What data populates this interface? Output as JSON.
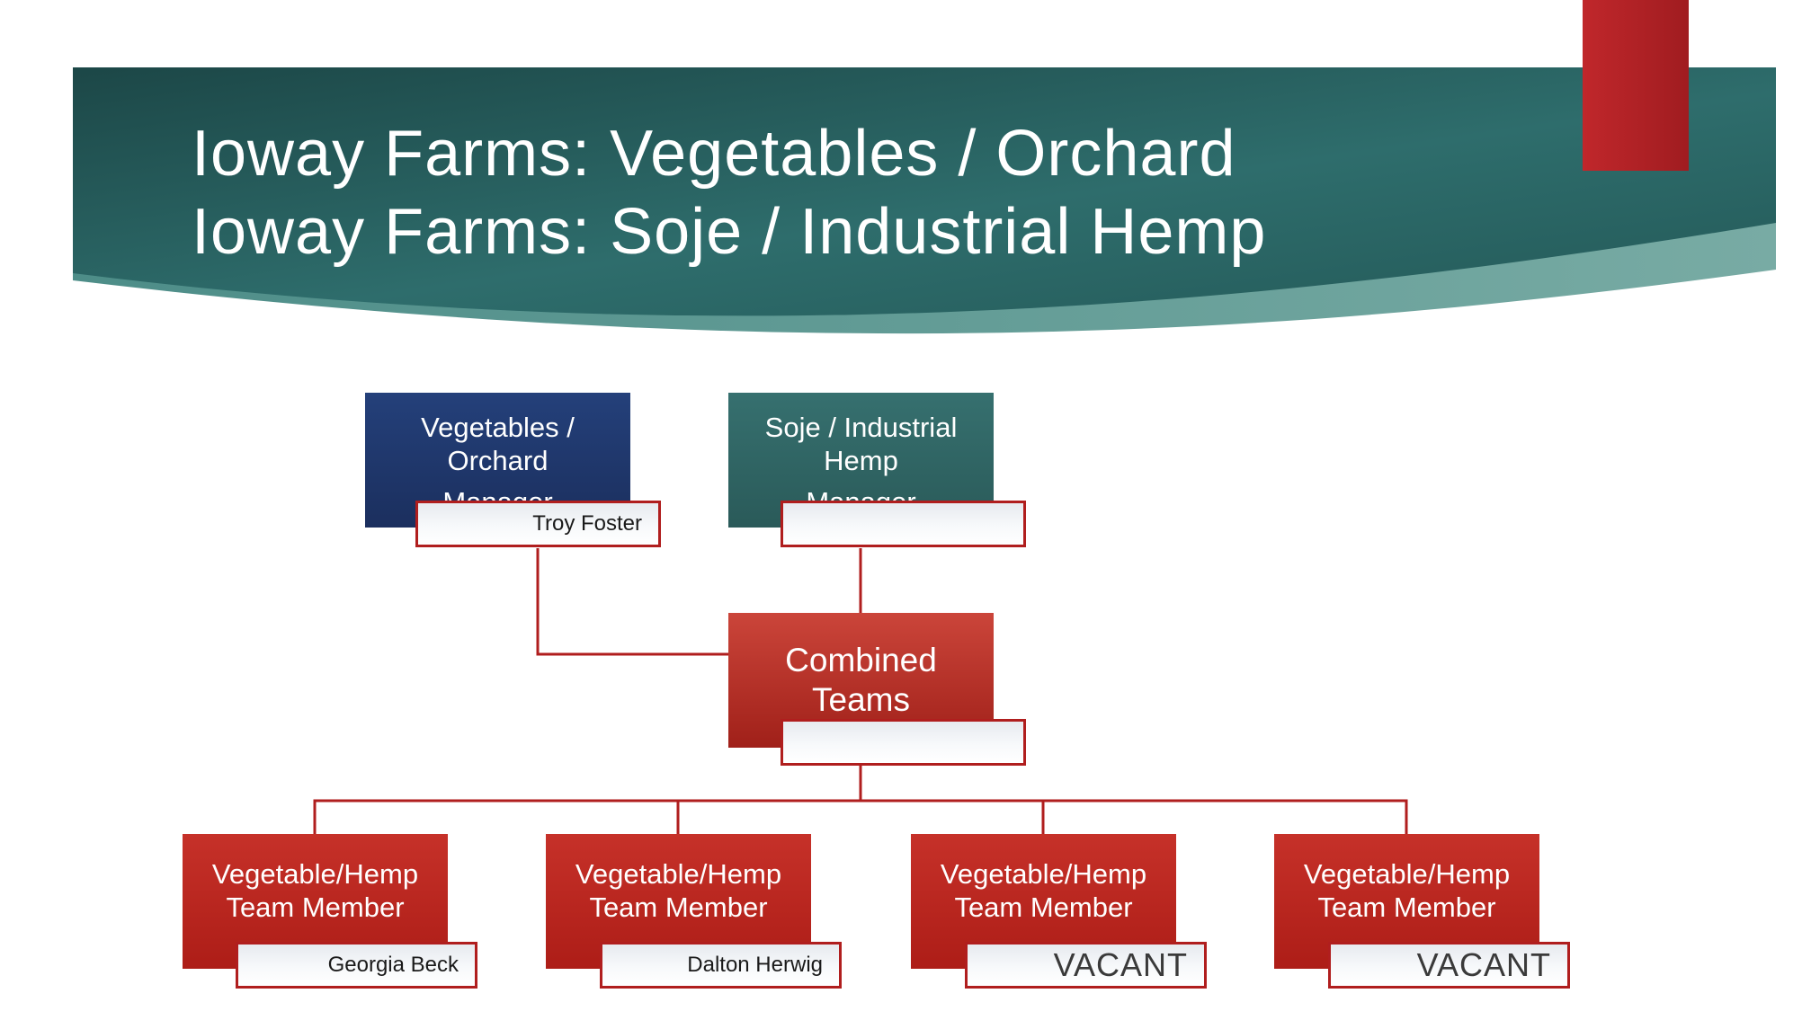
{
  "slide": {
    "title_line1": "Ioway Farms: Vegetables / Orchard",
    "title_line2": "Ioway Farms: Soje / Industrial Hemp"
  },
  "colors": {
    "banner_teal_dark": "#1e4f4f",
    "banner_teal_light": "#5e9a95",
    "accent_red": "#b52025",
    "connector_red": "#b01e1e",
    "manager_navy": "#203a70",
    "manager_teal": "#2f6868",
    "combined_red": "#b5352c",
    "team_red": "#bf2720"
  },
  "org_chart": {
    "managers": [
      {
        "title": "Vegetables / Orchard",
        "subtitle": "Manager",
        "name": "Troy Foster"
      },
      {
        "title": "Soje / Industrial Hemp",
        "subtitle": "Manager",
        "name": ""
      }
    ],
    "combined": {
      "label": "Combined Teams",
      "name": ""
    },
    "team_members": [
      {
        "title": "Vegetable/Hemp Team Member",
        "name": "Georgia Beck"
      },
      {
        "title": "Vegetable/Hemp Team Member",
        "name": "Dalton Herwig"
      },
      {
        "title": "Vegetable/Hemp Team Member",
        "name": "VACANT"
      },
      {
        "title": "Vegetable/Hemp Team Member",
        "name": "VACANT"
      }
    ]
  }
}
